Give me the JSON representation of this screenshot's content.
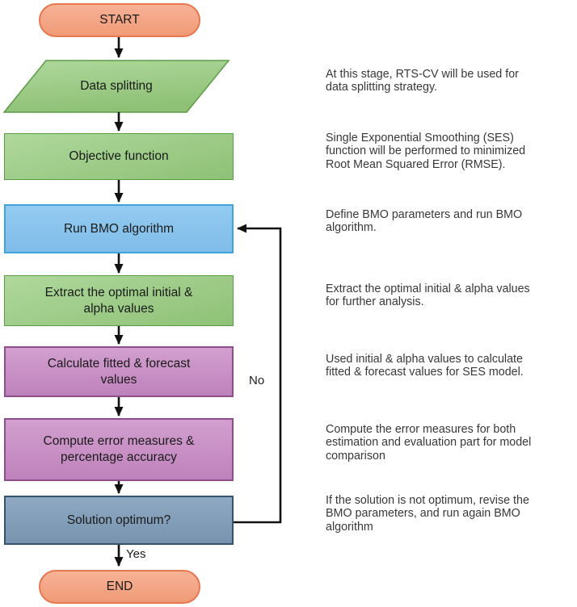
{
  "flowchart": {
    "nodes": [
      {
        "id": "start",
        "shape": "terminator",
        "label": "START",
        "fill": "#F4A583",
        "border": "#E8764E"
      },
      {
        "id": "data-splitting",
        "shape": "parallelogram",
        "label": "Data splitting",
        "fill": "#9CCB86",
        "border": "#5C9B45"
      },
      {
        "id": "objective-function",
        "shape": "process",
        "label": "Objective function",
        "fill": "#9CCB86",
        "border": "#5C9B45"
      },
      {
        "id": "run-bmo-algorithm",
        "shape": "process",
        "label": "Run BMO algorithm",
        "fill": "#8AC6EE",
        "border": "#3FA3DC"
      },
      {
        "id": "extract-optimal-values",
        "shape": "process",
        "label": "Extract the optimal initial &\nalpha values",
        "fill": "#9CCB86",
        "border": "#5C9B45"
      },
      {
        "id": "calculate-fitted-forecast",
        "shape": "process",
        "label": "Calculate fitted & forecast\nvalues",
        "fill": "#CB92C8",
        "border": "#8E4D8C"
      },
      {
        "id": "compute-error-measures",
        "shape": "process",
        "label": "Compute error measures &\npercentage accuracy",
        "fill": "#CB92C8",
        "border": "#8E4D8C"
      },
      {
        "id": "solution-optimum",
        "shape": "decision",
        "label": "Solution optimum?",
        "fill": "#84A1BB",
        "border": "#33536F"
      },
      {
        "id": "end",
        "shape": "terminator",
        "label": "END",
        "fill": "#F4A583",
        "border": "#E8764E"
      }
    ],
    "edge_labels": {
      "no": "No",
      "yes": "Yes"
    }
  },
  "annotations": [
    {
      "text": "At this stage, RTS-CV will be used for\ndata splitting strategy."
    },
    {
      "text": "Single Exponential Smoothing (SES)\nfunction will be performed to minimized\nRoot Mean Squared Error (RMSE)."
    },
    {
      "text": "Define BMO parameters and run BMO\nalgorithm."
    },
    {
      "text": "Extract the optimal initial & alpha values\nfor further analysis."
    },
    {
      "text": "Used initial & alpha values to calculate\nfitted & forecast values for SES model."
    },
    {
      "text": "Compute the error measures for both\nestimation and evaluation part for model\ncomparison"
    },
    {
      "text": "If the solution is not optimum, revise the\nBMO parameters, and run again BMO\nalgorithm"
    }
  ]
}
